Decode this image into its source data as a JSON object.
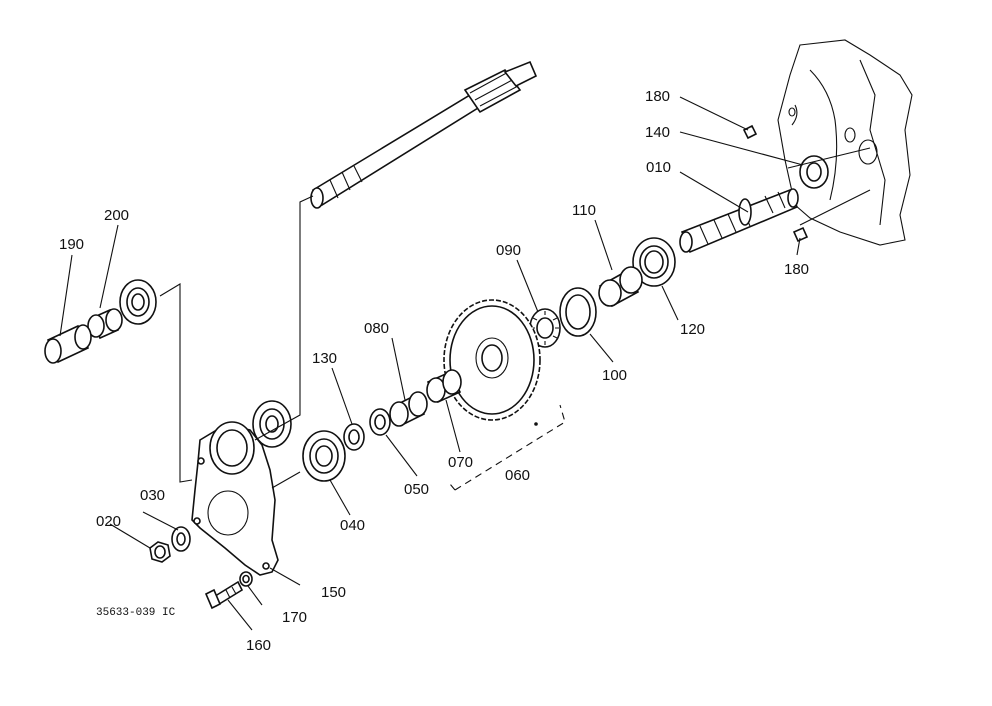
{
  "callouts": {
    "c010": "010",
    "c020": "020",
    "c030": "030",
    "c040": "040",
    "c050": "050",
    "c060": "060",
    "c070": "070",
    "c080": "080",
    "c090": "090",
    "c100": "100",
    "c110": "110",
    "c120": "120",
    "c130": "130",
    "c140": "140",
    "c150": "150",
    "c160": "160",
    "c170": "170",
    "c180a": "180",
    "c180b": "180",
    "c190": "190",
    "c200": "200"
  },
  "drawing_code": "35633-039 IC"
}
